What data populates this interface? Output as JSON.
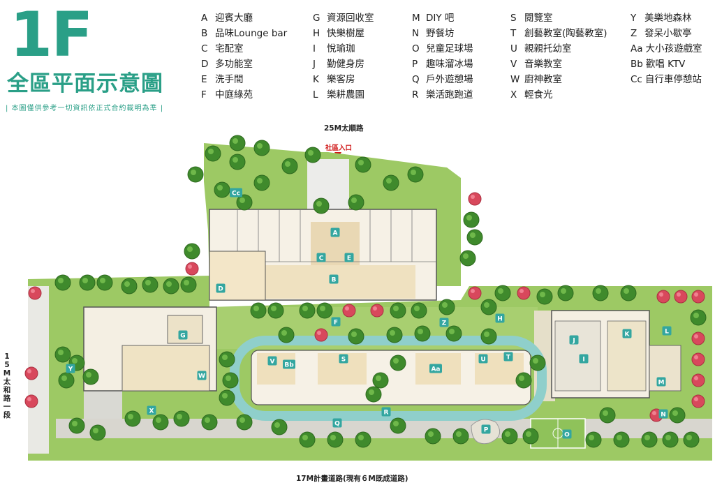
{
  "header": {
    "title": "1F",
    "subtitle": "全區平面示意圖",
    "disclaimer": "| 本圖僅供參考一切資訊依正式合約載明為準 |"
  },
  "legend": [
    {
      "code": "A",
      "label": "迎賓大廳"
    },
    {
      "code": "B",
      "label": "品味Lounge bar"
    },
    {
      "code": "C",
      "label": "宅配室"
    },
    {
      "code": "D",
      "label": "多功能室"
    },
    {
      "code": "E",
      "label": "洗手間"
    },
    {
      "code": "F",
      "label": "中庭綠苑"
    },
    {
      "code": "G",
      "label": "資源回收室"
    },
    {
      "code": "H",
      "label": "快樂樹屋"
    },
    {
      "code": "I",
      "label": "悅瑜珈"
    },
    {
      "code": "J",
      "label": "勤健身房"
    },
    {
      "code": "K",
      "label": "樂客房"
    },
    {
      "code": "L",
      "label": "樂耕農園"
    },
    {
      "code": "M",
      "label": "DIY 吧"
    },
    {
      "code": "N",
      "label": "野餐坊"
    },
    {
      "code": "O",
      "label": "兒童足球場"
    },
    {
      "code": "P",
      "label": "趣味溜冰場"
    },
    {
      "code": "Q",
      "label": "戶外遊憩場"
    },
    {
      "code": "R",
      "label": "樂活跑跑道"
    },
    {
      "code": "S",
      "label": "閱覽室"
    },
    {
      "code": "T",
      "label": "創藝教室(陶藝教室)"
    },
    {
      "code": "U",
      "label": "親親托幼室"
    },
    {
      "code": "V",
      "label": "音樂教室"
    },
    {
      "code": "W",
      "label": "廚神教室"
    },
    {
      "code": "X",
      "label": "輕食光"
    },
    {
      "code": "Y",
      "label": "美樂地森林"
    },
    {
      "code": "Z",
      "label": "發呆小歇亭"
    },
    {
      "code": "Aa",
      "label": "大小孩遊戲室"
    },
    {
      "code": "Bb",
      "label": "歡唱 KTV"
    },
    {
      "code": "Cc",
      "label": "自行車停憩站"
    }
  ],
  "roads": {
    "top": "25M太順路",
    "left": "15M太和路一段",
    "bottom": "17M計畫道路(現有６M既成道路)"
  },
  "entrance": "社區入口",
  "colors": {
    "brand": "#2a9f87",
    "marker": "#33a6a0",
    "track": "#8fcfcb",
    "grass": "#8fbf56",
    "tree": "#3f8a2c",
    "flower": "#d8485c"
  }
}
